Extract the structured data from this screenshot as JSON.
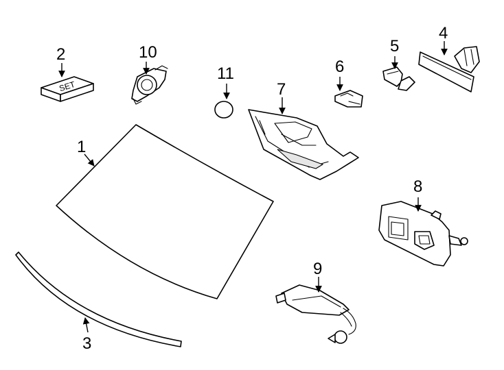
{
  "callouts": {
    "c1": "1",
    "c2": "2",
    "c3": "3",
    "c4": "4",
    "c5": "5",
    "c6": "6",
    "c7": "7",
    "c8": "8",
    "c9": "9",
    "c10": "10",
    "c11": "11"
  },
  "set_label": "SET"
}
